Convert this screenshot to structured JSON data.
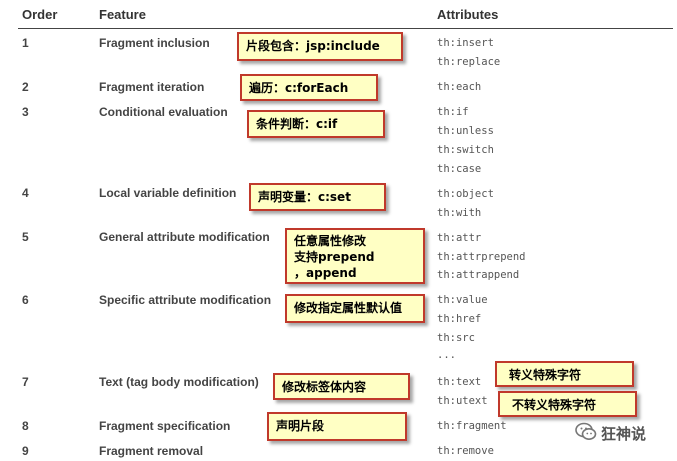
{
  "headers": {
    "order": "Order",
    "feature": "Feature",
    "attributes": "Attributes"
  },
  "rows": [
    {
      "order": "1",
      "feature": "Fragment inclusion",
      "attrs": [
        "th:insert",
        "th:replace"
      ]
    },
    {
      "order": "2",
      "feature": "Fragment iteration",
      "attrs": [
        "th:each"
      ]
    },
    {
      "order": "3",
      "feature": "Conditional evaluation",
      "attrs": [
        "th:if",
        "th:unless",
        "th:switch",
        "th:case"
      ]
    },
    {
      "order": "4",
      "feature": "Local variable definition",
      "attrs": [
        "th:object",
        "th:with"
      ]
    },
    {
      "order": "5",
      "feature": "General attribute modification",
      "attrs": [
        "th:attr",
        "th:attrprepend",
        "th:attrappend"
      ]
    },
    {
      "order": "6",
      "feature": "Specific attribute modification",
      "attrs": [
        "th:value",
        "th:href",
        "th:src",
        "..."
      ]
    },
    {
      "order": "7",
      "feature": "Text (tag body modification)",
      "attrs": [
        "th:text",
        "th:utext"
      ]
    },
    {
      "order": "8",
      "feature": "Fragment specification",
      "attrs": [
        "th:fragment"
      ]
    },
    {
      "order": "9",
      "feature": "Fragment removal",
      "attrs": [
        "th:remove"
      ]
    }
  ],
  "notes": {
    "n1": "片段包含：jsp:include",
    "n2": "遍历：c:forEach",
    "n3": "条件判断：c:if",
    "n4": "声明变量：c:set",
    "n5_l1": "任意属性修改",
    "n5_l2": "支持prepend",
    "n5_l3": "，append",
    "n6": "修改指定属性默认值",
    "n7": "修改标签体内容",
    "n8": "声明片段",
    "n9": "转义特殊字符",
    "n10": "不转义特殊字符"
  },
  "watermark": {
    "text": "狂神说",
    "icon": "wechat-icon"
  }
}
